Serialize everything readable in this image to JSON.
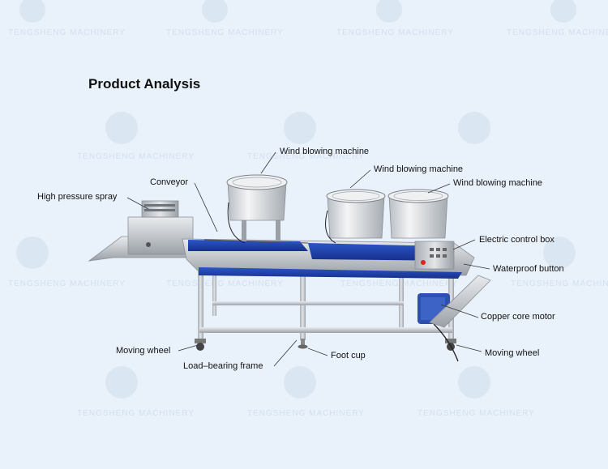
{
  "title": "Product Analysis",
  "watermark": "TENGSHENG MACHINERY",
  "labels": {
    "high_pressure_spray": "High pressure spray",
    "conveyor": "Conveyor",
    "wind_blowing_1": "Wind blowing machine",
    "wind_blowing_2": "Wind blowing machine",
    "wind_blowing_3": "Wind blowing machine",
    "electric_control_box": "Electric control box",
    "waterproof_button": "Waterproof button",
    "copper_core_motor": "Copper core motor",
    "moving_wheel_left": "Moving wheel",
    "moving_wheel_right": "Moving wheel",
    "load_bearing_frame": "Load–bearing frame",
    "foot_cup": "Foot cup"
  },
  "colors": {
    "background": "#e9f2fb",
    "belt": "#1e3fa8",
    "steel": "#c9cdd3",
    "leader": "#333333"
  }
}
